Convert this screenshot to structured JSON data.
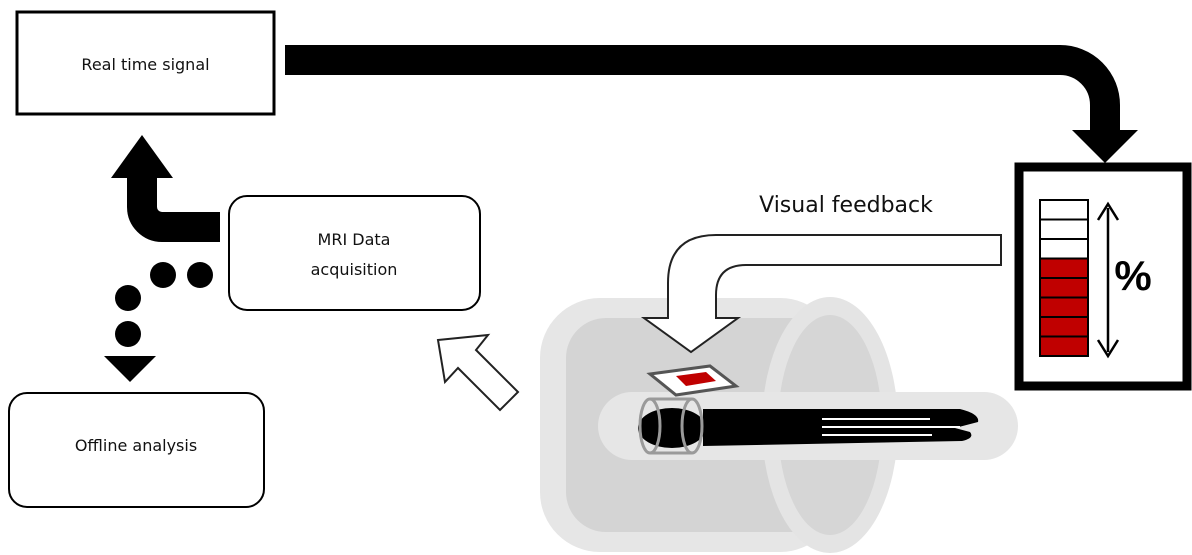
{
  "boxes": {
    "realtime": "Real time signal",
    "mri_line1": "MRI Data",
    "mri_line2": "acquisition",
    "offline": "Offline analysis"
  },
  "feedback_label": "Visual feedback",
  "meter": {
    "symbol": "%",
    "total_segments": 8,
    "filled_segments": 5,
    "fill_color": "#c00000",
    "empty_color": "#ffffff"
  },
  "colors": {
    "arrow": "#000000",
    "scanner": "#d9d9d9",
    "person": "#000000",
    "screen_red": "#c00000"
  }
}
